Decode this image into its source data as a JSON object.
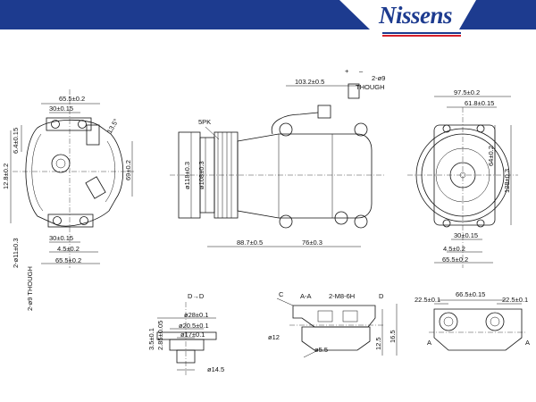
{
  "brand": {
    "name": "Nissens",
    "bar_color": "#1d3b8f",
    "accent_color": "#d6202a"
  },
  "left_view": {
    "dims": [
      "65.5±0.2",
      "30±0.15",
      "6.4±0.15",
      "13.5°",
      "12.8±0.2",
      "69±0.2",
      "30±0.15",
      "4.5±0.2",
      "65.5±0.2",
      "2-ø11±0.3",
      "2-ø9 THOUGH"
    ]
  },
  "middle_view": {
    "dims": [
      "103.2±0.5",
      "2-ø9",
      "THOUGH",
      "5PK",
      "ø118±0.3",
      "ø108±0.3",
      "88.7±0.5",
      "76±0.3"
    ],
    "connector_signs": [
      "+",
      "–"
    ]
  },
  "right_view": {
    "dims": [
      "97.5±0.2",
      "61.8±0.15",
      "64±0.2",
      "128±0.3",
      "30±0.15",
      "4.5±0.2",
      "65.5±0.2"
    ]
  },
  "detail_d": {
    "label": "D→D",
    "dims": [
      "ø28±0.1",
      "ø20.5±0.1",
      "ø17±0.1",
      "3.5±0.1",
      "2.85±0.05",
      "ø14.5"
    ]
  },
  "detail_section": {
    "labels": [
      "C",
      "A-A",
      "2-M8-6H",
      "D",
      "ø12",
      "ø5.5",
      "12.5",
      "16.5"
    ]
  },
  "detail_bottom": {
    "dims": [
      "66.5±0.15",
      "22.5±0.1",
      "22.5±0.1"
    ],
    "section_labels": [
      "A",
      "A"
    ]
  }
}
